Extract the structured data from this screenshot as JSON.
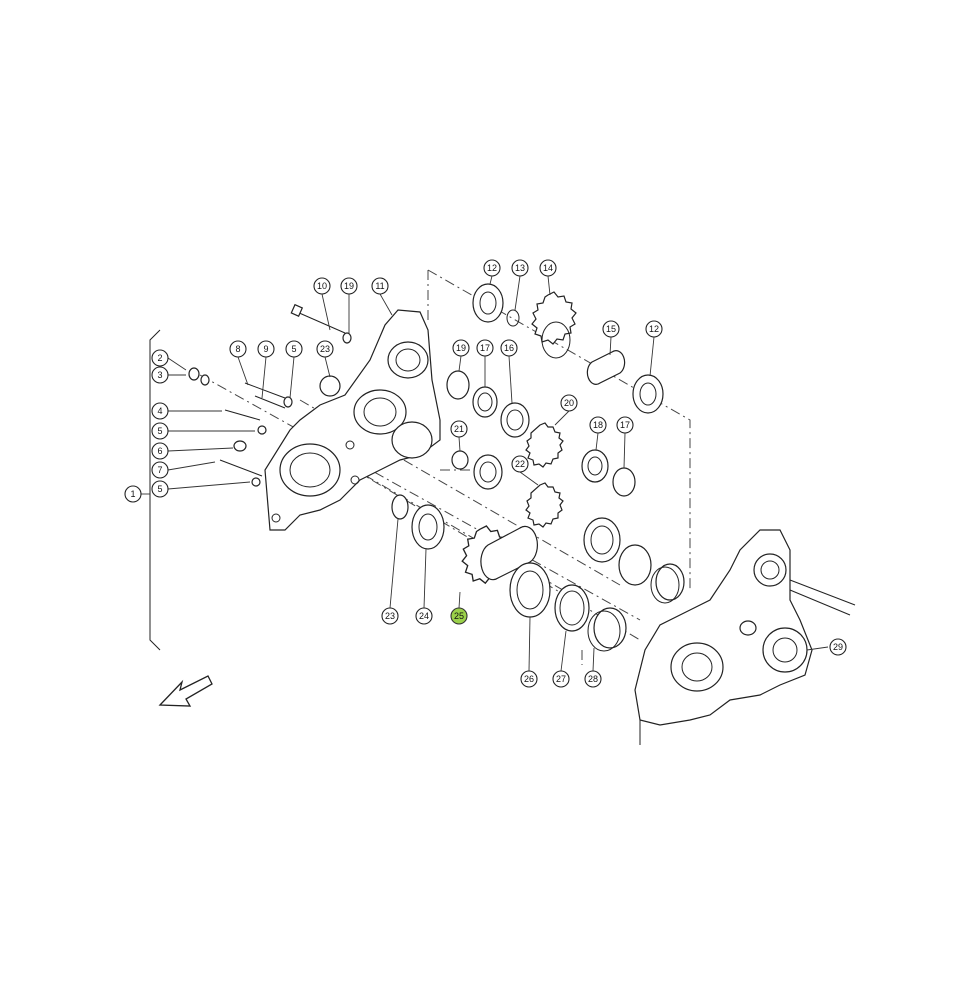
{
  "diagram": {
    "callouts": [
      {
        "id": "c1",
        "label": "1"
      },
      {
        "id": "c2",
        "label": "2"
      },
      {
        "id": "c3",
        "label": "3"
      },
      {
        "id": "c4",
        "label": "4"
      },
      {
        "id": "c5a",
        "label": "5"
      },
      {
        "id": "c6",
        "label": "6"
      },
      {
        "id": "c7",
        "label": "7"
      },
      {
        "id": "c5b",
        "label": "5"
      },
      {
        "id": "c8",
        "label": "8"
      },
      {
        "id": "c9",
        "label": "9"
      },
      {
        "id": "c5c",
        "label": "5"
      },
      {
        "id": "c10a",
        "label": "10"
      },
      {
        "id": "c19a",
        "label": "19"
      },
      {
        "id": "c11",
        "label": "11"
      },
      {
        "id": "c23a",
        "label": "23"
      },
      {
        "id": "c12a",
        "label": "12"
      },
      {
        "id": "c13",
        "label": "13"
      },
      {
        "id": "c14",
        "label": "14"
      },
      {
        "id": "c15",
        "label": "15"
      },
      {
        "id": "c12b",
        "label": "12"
      },
      {
        "id": "c19b",
        "label": "19"
      },
      {
        "id": "c17a",
        "label": "17"
      },
      {
        "id": "c16a",
        "label": "16"
      },
      {
        "id": "c20",
        "label": "20"
      },
      {
        "id": "c18",
        "label": "18"
      },
      {
        "id": "c17b",
        "label": "17"
      },
      {
        "id": "c21",
        "label": "21"
      },
      {
        "id": "c22",
        "label": "22"
      },
      {
        "id": "c23b",
        "label": "23"
      },
      {
        "id": "c24",
        "label": "24"
      },
      {
        "id": "c25",
        "label": "25"
      },
      {
        "id": "c26",
        "label": "26"
      },
      {
        "id": "c27",
        "label": "27"
      },
      {
        "id": "c28",
        "label": "28"
      },
      {
        "id": "c29",
        "label": "29"
      }
    ],
    "highlight_color": "#9bd14a",
    "highlighted_part": "25"
  }
}
